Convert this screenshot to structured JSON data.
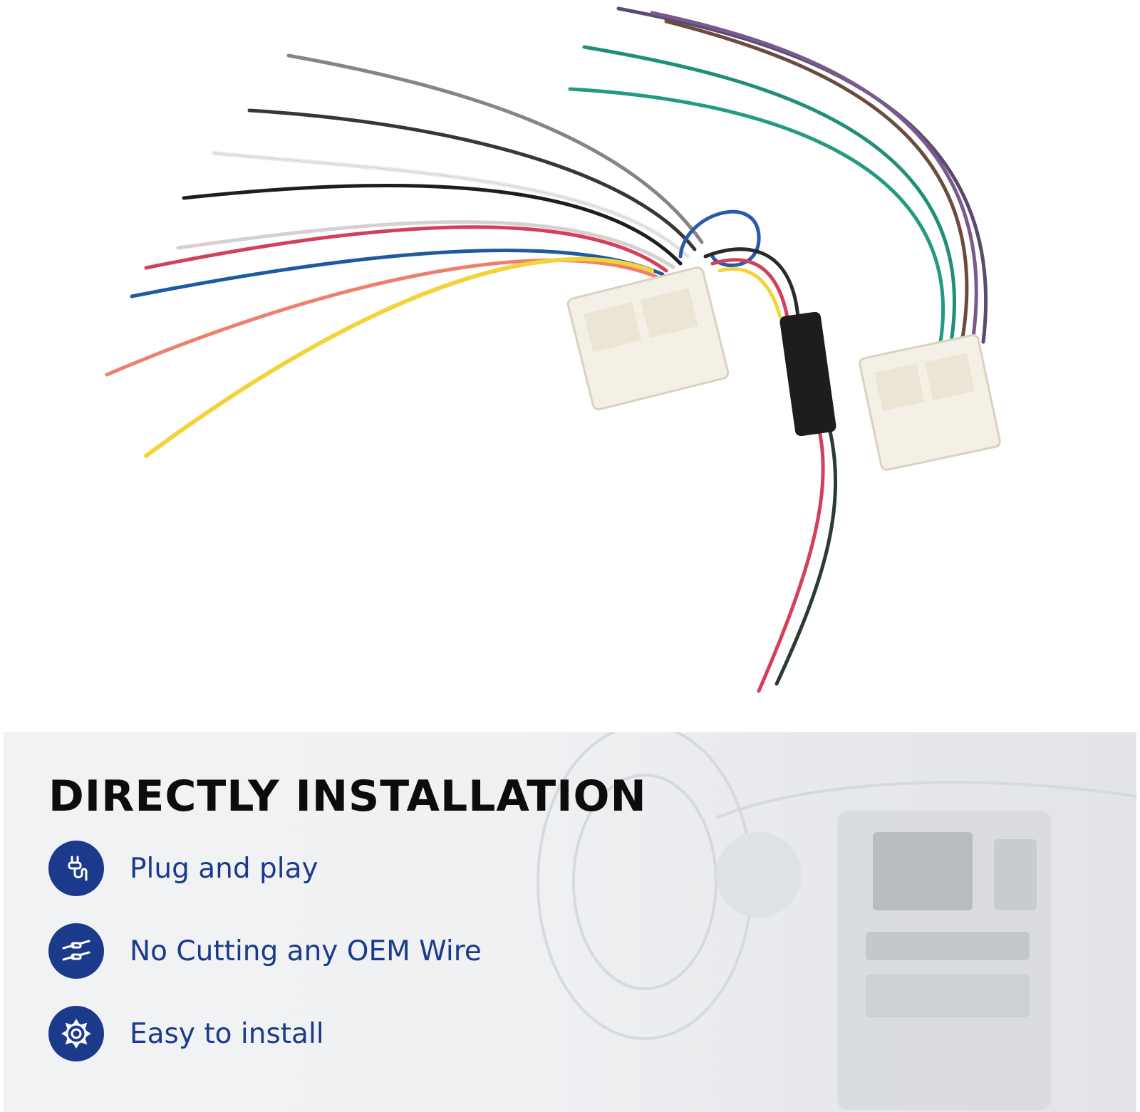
{
  "product": {
    "image_description_icon": "wiring-harness-image"
  },
  "banner": {
    "headline": "DIRECTLY INSTALLATION",
    "features": [
      {
        "icon": "plug-icon",
        "label": "Plug and play"
      },
      {
        "icon": "no-cut-wire-icon",
        "label": "No Cutting any OEM Wire"
      },
      {
        "icon": "gear-icon",
        "label": "Easy to install"
      }
    ]
  },
  "colors": {
    "accent": "#1c3a8b",
    "headline": "#0c0c0d"
  }
}
